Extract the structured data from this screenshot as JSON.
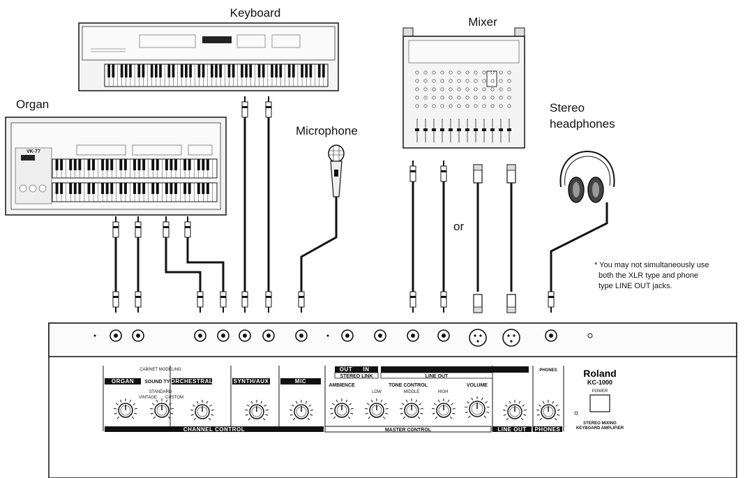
{
  "labels": {
    "keyboard": "Keyboard",
    "mixer": "Mixer",
    "organ": "Organ",
    "microphone": "Microphone",
    "headphones_line1": "Stereo",
    "headphones_line2": "headphones",
    "or": "or"
  },
  "note": {
    "line1": "* You may not simultaneously use",
    "line2": "both the XLR type and phone",
    "line3": "type LINE OUT jacks."
  },
  "devices": {
    "organ_model": "VK-77"
  },
  "amp": {
    "brand": "Roland",
    "model": "KC-1000",
    "power_label": "POWER",
    "subtitle_line1": "STEREO MIXING",
    "subtitle_line2": "KEYBOARD AMPLIFIER",
    "sections": {
      "organ": "ORGAN",
      "sound_type": "SOUND TYPE",
      "cabinet_modeling": "CABINET MODELING",
      "orchestral": "ORCHESTRAL",
      "synth_aux": "SYNTH/AUX",
      "mic": "MIC",
      "stereo_link": "STEREO LINK",
      "out": "OUT",
      "in": "IN",
      "line_out_top": "LINE OUT",
      "ambience": "AMBIENCE",
      "tone_control": "TONE CONTROL",
      "low": "LOW",
      "middle": "MIDDLE",
      "high": "HIGH",
      "volume": "VOLUME",
      "phones_top": "PHONES",
      "channel_control": "CHANNEL CONTROL",
      "master_control": "MASTER CONTROL",
      "line_out": "LINE OUT",
      "phones": "PHONES",
      "standard": "STANDARD",
      "vintage": "VINTAGE",
      "custom": "CUSTOM"
    }
  }
}
